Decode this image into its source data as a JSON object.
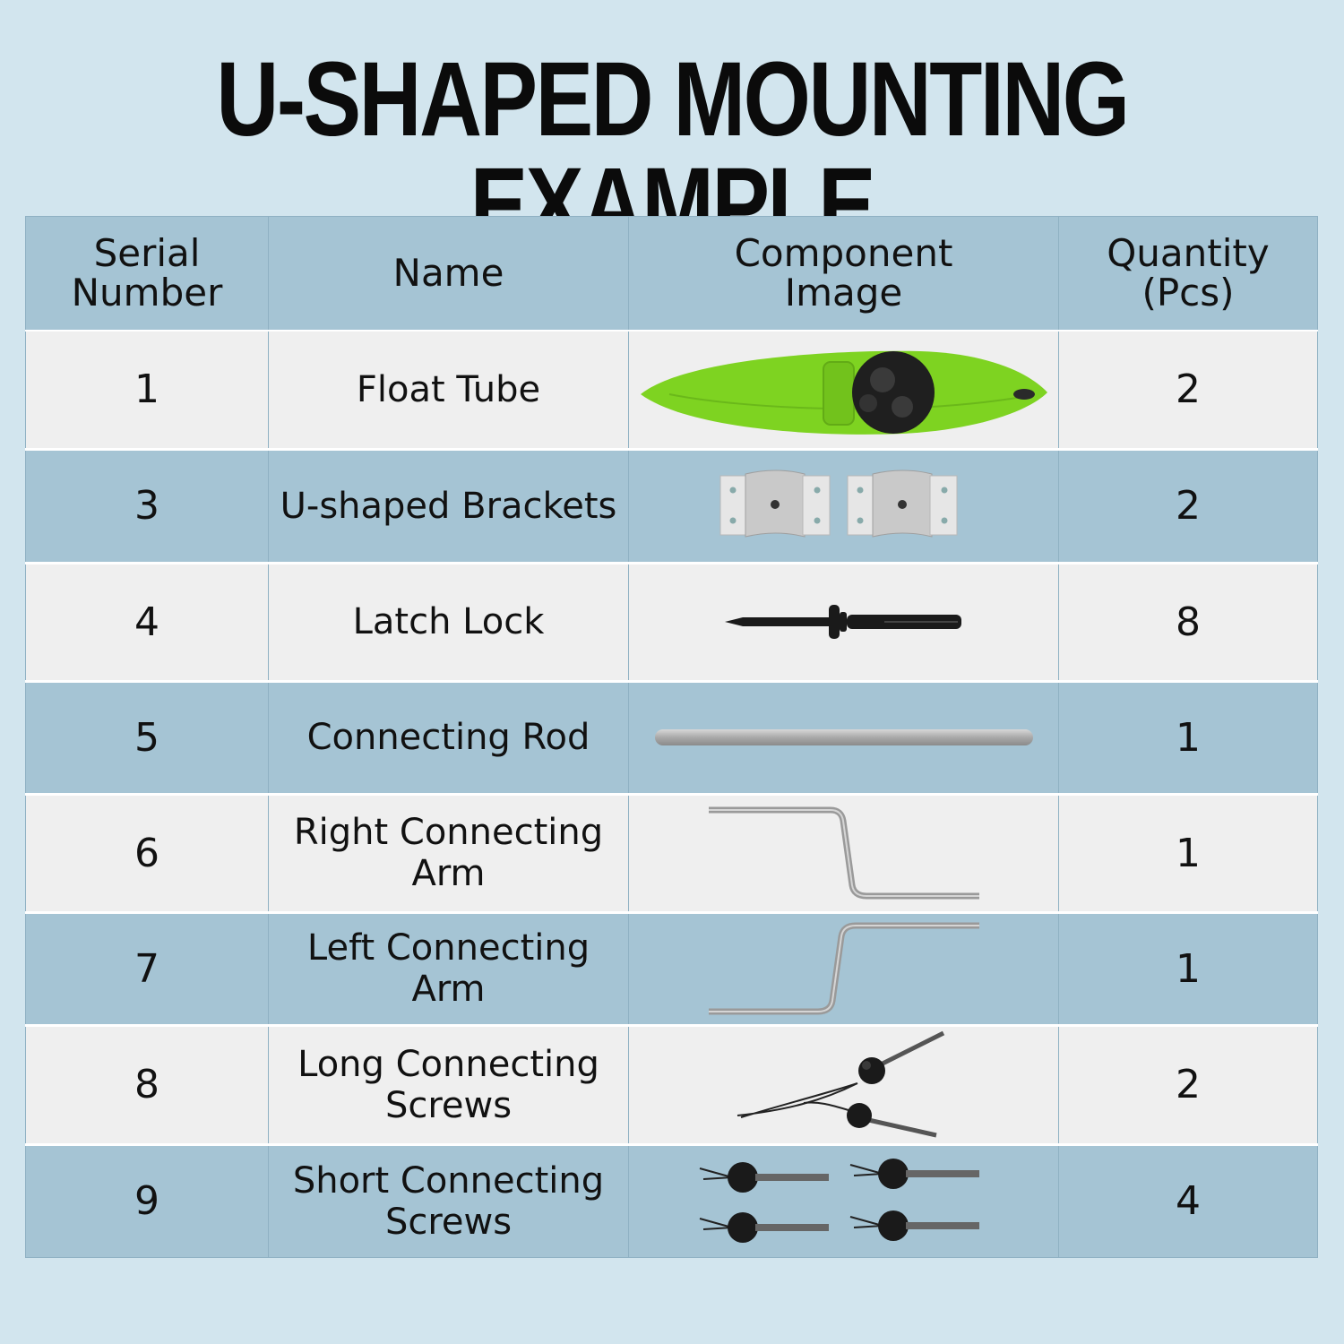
{
  "title": "U-SHAPED MOUNTING EXAMPLE",
  "table": {
    "headers": {
      "serial": "Serial Number",
      "name": "Name",
      "image": "Component Image",
      "quantity": "Quantity (Pcs)"
    },
    "rows": [
      {
        "serial": "1",
        "name": "Float Tube",
        "icon": "float-tube-icon",
        "quantity": "2"
      },
      {
        "serial": "3",
        "name": "U-shaped Brackets",
        "icon": "u-bracket-icon",
        "quantity": "2"
      },
      {
        "serial": "4",
        "name": "Latch Lock",
        "icon": "latch-lock-icon",
        "quantity": "8"
      },
      {
        "serial": "5",
        "name": "Connecting Rod",
        "icon": "connecting-rod-icon",
        "quantity": "1"
      },
      {
        "serial": "6",
        "name": "Right Connecting Arm",
        "icon": "right-arm-icon",
        "quantity": "1"
      },
      {
        "serial": "7",
        "name": "Left Connecting Arm",
        "icon": "left-arm-icon",
        "quantity": "1"
      },
      {
        "serial": "8",
        "name": "Long Connecting Screws",
        "icon": "long-screws-icon",
        "quantity": "2"
      },
      {
        "serial": "9",
        "name": "Short Connecting Screws",
        "icon": "short-screws-icon",
        "quantity": "4"
      }
    ]
  },
  "colors": {
    "background": "#d2e5ee",
    "header_band": "#a5c4d4",
    "row_light": "#efefef",
    "float_green": "#7ed321"
  }
}
